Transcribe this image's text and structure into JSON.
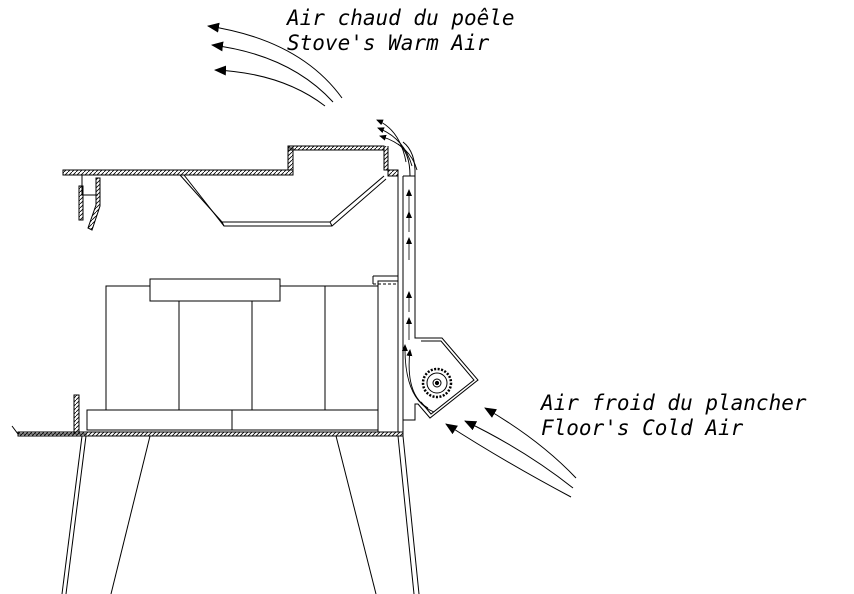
{
  "labels": {
    "warm_air_fr": "Air chaud du poêle",
    "warm_air_en": "Stove's Warm Air",
    "cold_air_fr": "Air froid du plancher",
    "cold_air_en": "Floor's Cold Air"
  },
  "colors": {
    "line": "#000000",
    "background": "#ffffff"
  }
}
